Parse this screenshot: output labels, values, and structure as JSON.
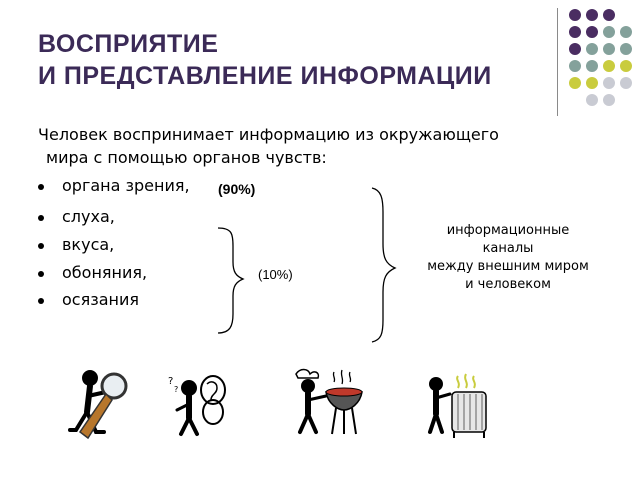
{
  "slide": {
    "title_line1": "ВОСПРИЯТИЕ",
    "title_line2": "И ПРЕДСТАВЛЕНИЕ ИНФОРМАЦИИ",
    "intro_line1": "Человек воспринимает информацию из окружающего",
    "intro_line2": "мира с помощью органов чувств:",
    "senses": [
      "органа зрения,",
      "слуха,",
      "вкуса,",
      "обоняния,",
      "осязания"
    ],
    "vision_percent": "(90%)",
    "other_percent": "(10%)",
    "channels": [
      "информационные",
      "каналы",
      "между внешним миром",
      "и человеком"
    ]
  },
  "decor": {
    "dot_colors": {
      "purple": "#4a2d62",
      "teal": "#84a19b",
      "yellow": "#c9cc3e",
      "light": "#c9cbd3"
    },
    "title_color": "#3b2a57"
  },
  "icons": [
    "magnifier-person-icon",
    "listening-person-icon",
    "barbecue-person-icon",
    "radiator-person-icon"
  ]
}
